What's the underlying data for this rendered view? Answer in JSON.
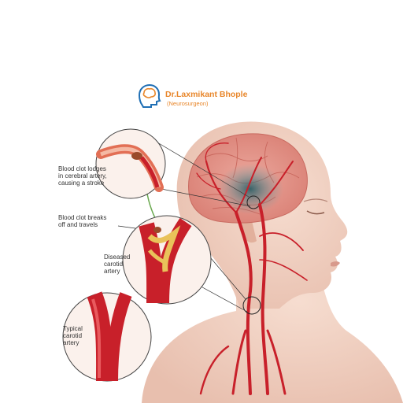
{
  "brand": {
    "name": "Dr.Laxmikant Bhople",
    "subtitle": "(Neurosurgeon)",
    "logo_icon": "brain-head-logo-icon",
    "color": "#e8862a",
    "logo_color": "#1f6fb5"
  },
  "labels": {
    "clot_lodges": "Blood clot lodges\nin cerebral artery,\ncausing a stroke",
    "clot_breaks": "Blood clot breaks\noff and travels",
    "diseased": "Diseased\ncarotid\nartery",
    "typical": "Typical\ncarotid\nartery"
  },
  "colors": {
    "skin": "#f2d2c2",
    "artery": "#c8202a",
    "brain": "#e6978c",
    "clot": "#9a4a2a",
    "plaque": "#e9c25a",
    "affected_region": "#4d7f86"
  }
}
